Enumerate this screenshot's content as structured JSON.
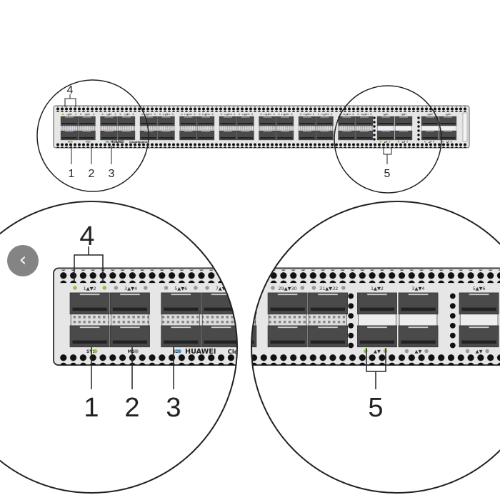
{
  "device": {
    "brand": "HUAWEI",
    "model": "CloudEngine",
    "indicators": {
      "sys": "SYS",
      "mst": "MST",
      "id": "ID"
    },
    "port_group_labels": [
      "1▲▼2",
      "3▲▼4",
      "5▲▼6",
      "7▲▼8",
      "9▲▼10",
      "11▲▼12",
      "13▲▼14",
      "15▲▼16",
      "17▲▼18",
      "19▲▼20",
      "21▲▼22",
      "23▲▼24",
      "25▲▼26",
      "27▲▼28",
      "29▲▼30",
      "31▲▼32"
    ],
    "uplink_labels": [
      "1▲▼2",
      "3▲▼4",
      "5▲▼6",
      "7▲▼8"
    ],
    "uplink_led_label": "▲▼"
  },
  "callouts": {
    "c1": "1",
    "c2": "2",
    "c3": "3",
    "c4": "4",
    "c5": "5"
  },
  "colors": {
    "led_green": "#8dc63f",
    "led_gray": "#9a9a9a",
    "led_blue": "#3a9ad9",
    "panel": "#e6e6e6",
    "port": "#4a4a4a"
  },
  "nav": {
    "back_icon": "‹"
  }
}
